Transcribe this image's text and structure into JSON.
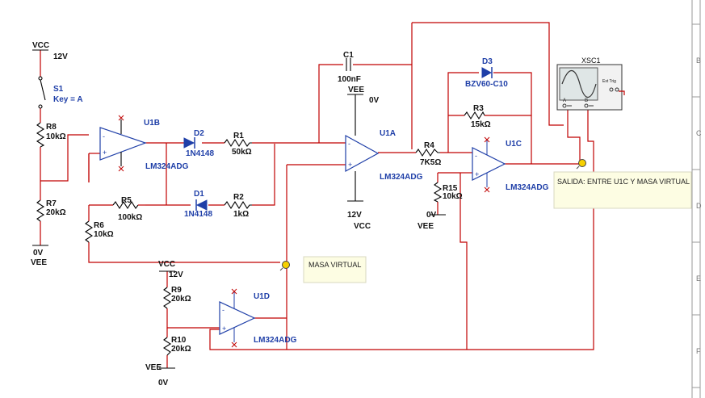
{
  "border": {
    "rows": [
      "B",
      "C",
      "D",
      "E",
      "F"
    ]
  },
  "power": {
    "vcc_s1_label": "VCC",
    "vcc_s1_value": "12V",
    "vee_left_label": "VEE",
    "vee_left_value": "0V",
    "vee_u1a_label": "VEE",
    "vee_u1a_value": "0V",
    "vcc_u1a_value": "12V",
    "vcc_u1a_label": "VCC",
    "vee_u1c_value": "0V",
    "vee_u1c_label": "VEE",
    "vcc_u1d_label": "VCC",
    "vcc_u1d_value": "12V",
    "vee_u1d_label": "VEE",
    "vee_u1d_value": "0V"
  },
  "switch": {
    "name": "S1",
    "key": "Key = A"
  },
  "resistors": {
    "r8": {
      "name": "R8",
      "value": "10kΩ"
    },
    "r7": {
      "name": "R7",
      "value": "20kΩ"
    },
    "r5": {
      "name": "R5",
      "value": "100kΩ"
    },
    "r6": {
      "name": "R6",
      "value": "10kΩ"
    },
    "r1": {
      "name": "R1",
      "value": "50kΩ"
    },
    "r2": {
      "name": "R2",
      "value": "1kΩ"
    },
    "r3": {
      "name": "R3",
      "value": "15kΩ"
    },
    "r4": {
      "name": "R4",
      "value": "7K5Ω"
    },
    "r15": {
      "name": "R15",
      "value": "10kΩ"
    },
    "r9": {
      "name": "R9",
      "value": "20kΩ"
    },
    "r10": {
      "name": "R10",
      "value": "20kΩ"
    }
  },
  "diodes": {
    "d1": {
      "name": "D1",
      "part": "1N4148"
    },
    "d2": {
      "name": "D2",
      "part": "1N4148"
    },
    "d3": {
      "name": "D3",
      "part": "BZV60-C10"
    }
  },
  "capacitor": {
    "name": "C1",
    "value": "100nF"
  },
  "opamps": {
    "u1a": {
      "name": "U1A",
      "part": "LM324ADG"
    },
    "u1b": {
      "name": "U1B",
      "part": "LM324ADG"
    },
    "u1c": {
      "name": "U1C",
      "part": "LM324ADG"
    },
    "u1d": {
      "name": "U1D",
      "part": "LM324ADG"
    }
  },
  "scope": {
    "name": "XSC1",
    "ext_trig": "Ext Trig",
    "ch_a": "A",
    "ch_b": "B"
  },
  "probes": {
    "masa": "MASA VIRTUAL",
    "salida": "SALIDA: ENTRE U1C Y MASA VIRTUAL"
  },
  "colors": {
    "wire": "#c00000",
    "component": "#000000",
    "label": "#1f3fa8",
    "probe_bg": "#fdfde3"
  }
}
